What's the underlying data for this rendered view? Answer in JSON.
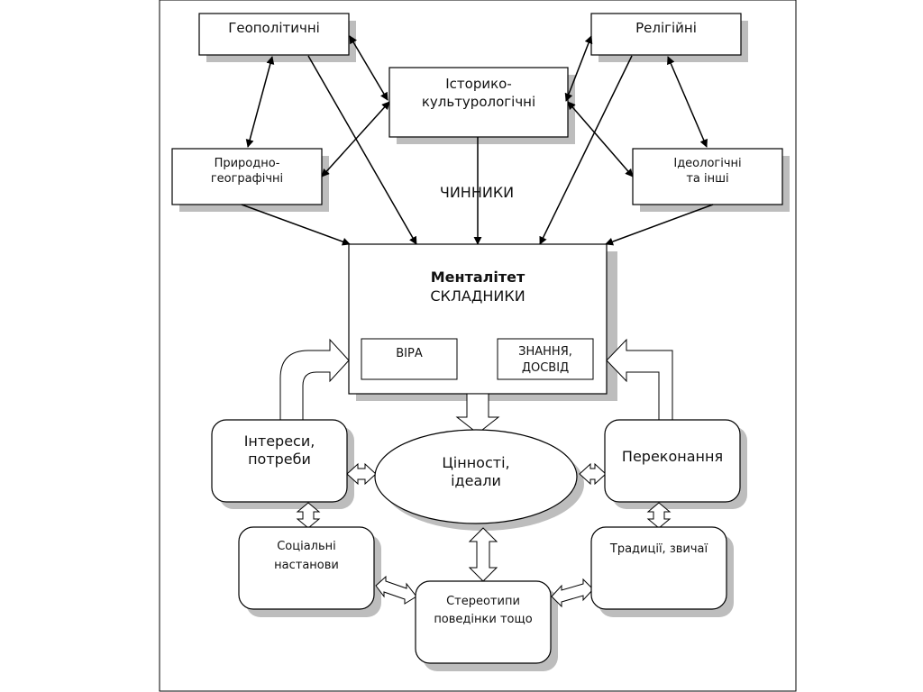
{
  "factors": {
    "geopolitical": "Геополітичні",
    "religious": "Релігійні",
    "historical_line1": "Історико-",
    "historical_line2": "культурологічні",
    "natural_line1": "Природно-",
    "natural_line2": "географічні",
    "ideological_line1": "Ідеологічні",
    "ideological_line2": "та інші",
    "factors_label": "ЧИННИКИ"
  },
  "mentality": {
    "title": "Менталітет",
    "subtitle": "СКЛАДНИКИ",
    "faith": "ВІРА",
    "knowledge_line1": "ЗНАННЯ,",
    "knowledge_line2": "ДОСВІД"
  },
  "components": {
    "interests_line1": "Інтереси,",
    "interests_line2": "потреби",
    "values_line1": "Цінності,",
    "values_line2": "ідеали",
    "beliefs": "Переконання",
    "social_line1": "Соціальні",
    "social_line2": "настанови",
    "traditions": "Традиції, звичаї",
    "stereotypes_line1": "Стереотипи",
    "stereotypes_line2": "поведінки тощо"
  }
}
